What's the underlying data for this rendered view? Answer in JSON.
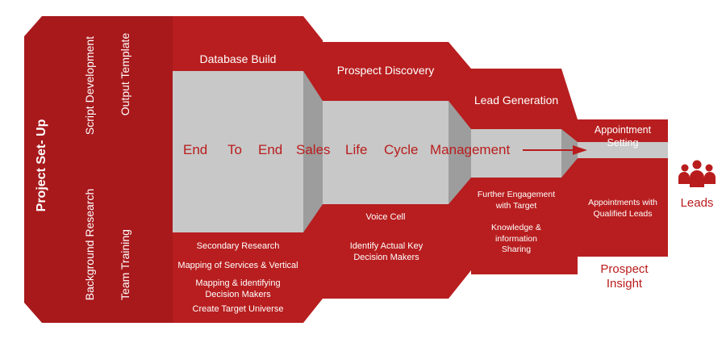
{
  "setup": {
    "title": "Project Set- Up",
    "col1_top": "Script Development",
    "col1_bottom": "Background Research",
    "col2_top": "Output Template",
    "col2_bottom": "Team Training"
  },
  "stages": [
    {
      "title": "Database Build",
      "items": [
        "Secondary Research",
        "Mapping of Services & Vertical",
        "Mapping & identifying Decision Makers",
        "Create Target Universe"
      ]
    },
    {
      "title": "Prospect Discovery",
      "items": [
        "Voice Cell",
        "Identify Actual Key Decision Makers"
      ]
    },
    {
      "title": "Lead Generation",
      "items": [
        "Further Engagement with Target",
        "Knowledge & information Sharing"
      ]
    },
    {
      "title": "Appointment Setting",
      "items": [
        "Appointments with Qualified Leads"
      ]
    }
  ],
  "banner_words": [
    "End",
    "To",
    "End",
    "Sales",
    "Life",
    "Cycle",
    "Management"
  ],
  "outcome": {
    "label": "Leads",
    "icon": "people-group-icon",
    "footer": "Prospect Insight"
  },
  "colors": {
    "dark_red": "#a8191c",
    "mid_red": "#c0201f",
    "accent_red": "#b91c1c",
    "gray": "#c8c8c8"
  }
}
